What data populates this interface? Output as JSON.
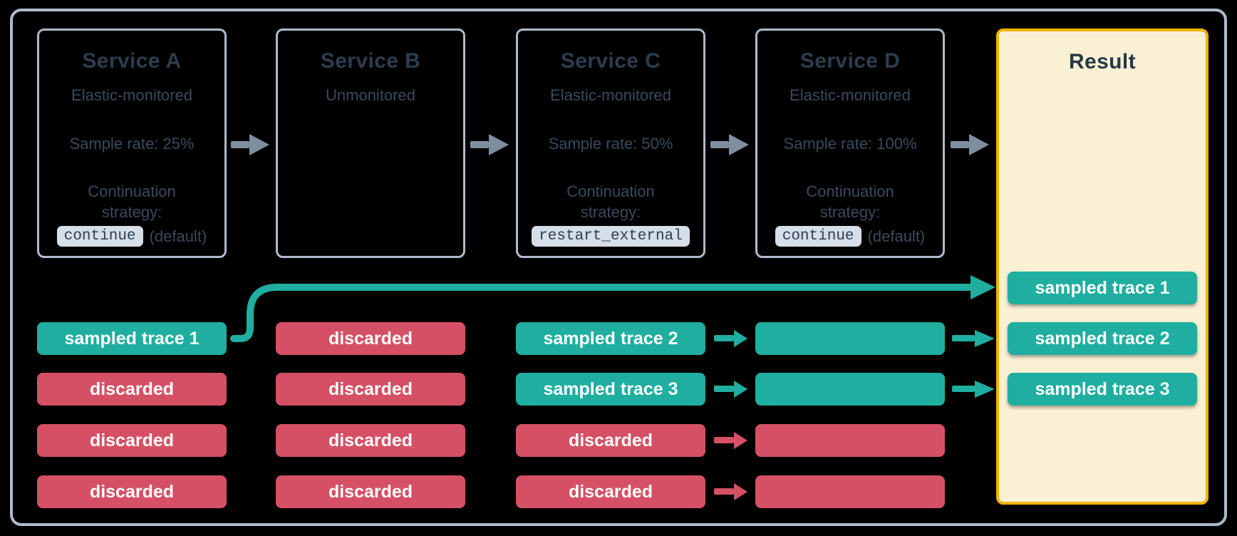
{
  "colors": {
    "background": "#000000",
    "frame_border": "#aebbcb",
    "box_border": "#aebbcb",
    "title_text": "#2d3d4e",
    "body_text": "#3a4a5c",
    "code_chip_bg": "#d6dee9",
    "sampled_teal": "#1fae9f",
    "discarded_red": "#d55064",
    "flow_arrow_gray": "#7e8e9f",
    "result_border_gold": "#f0b400",
    "result_fill_cream": "#faf1d4",
    "chip_text": "#ffffff"
  },
  "icons": {
    "flow_arrow": "→"
  },
  "services": {
    "a": {
      "title": "Service A",
      "monitoring": "Elastic-monitored",
      "sample_rate": "Sample rate: 25%",
      "continuation_label": "Continuation strategy:",
      "strategy_code": "continue",
      "strategy_suffix": "(default)"
    },
    "b": {
      "title": "Service B",
      "monitoring": "Unmonitored"
    },
    "c": {
      "title": "Service C",
      "monitoring": "Elastic-monitored",
      "sample_rate": "Sample rate: 50%",
      "continuation_label": "Continuation strategy:",
      "strategy_code": "restart_external",
      "strategy_suffix": ""
    },
    "d": {
      "title": "Service D",
      "monitoring": "Elastic-monitored",
      "sample_rate": "Sample rate: 100%",
      "continuation_label": "Continuation strategy:",
      "strategy_code": "continue",
      "strategy_suffix": "(default)"
    }
  },
  "result": {
    "title": "Result"
  },
  "columns": {
    "a": [
      {
        "label": "sampled trace 1",
        "status": "sampled"
      },
      {
        "label": "discarded",
        "status": "discarded"
      },
      {
        "label": "discarded",
        "status": "discarded"
      },
      {
        "label": "discarded",
        "status": "discarded"
      }
    ],
    "b": [
      {
        "label": "discarded",
        "status": "discarded"
      },
      {
        "label": "discarded",
        "status": "discarded"
      },
      {
        "label": "discarded",
        "status": "discarded"
      },
      {
        "label": "discarded",
        "status": "discarded"
      }
    ],
    "c": [
      {
        "label": "sampled trace 2",
        "status": "sampled"
      },
      {
        "label": "sampled trace 3",
        "status": "sampled"
      },
      {
        "label": "discarded",
        "status": "discarded"
      },
      {
        "label": "discarded",
        "status": "discarded"
      }
    ],
    "d": [
      {
        "label": "",
        "status": "sampled"
      },
      {
        "label": "",
        "status": "sampled"
      },
      {
        "label": "",
        "status": "discarded"
      },
      {
        "label": "",
        "status": "discarded"
      }
    ],
    "result": [
      {
        "label": "sampled trace 1",
        "status": "sampled"
      },
      {
        "label": "sampled trace 2",
        "status": "sampled"
      },
      {
        "label": "sampled trace 3",
        "status": "sampled"
      }
    ]
  }
}
